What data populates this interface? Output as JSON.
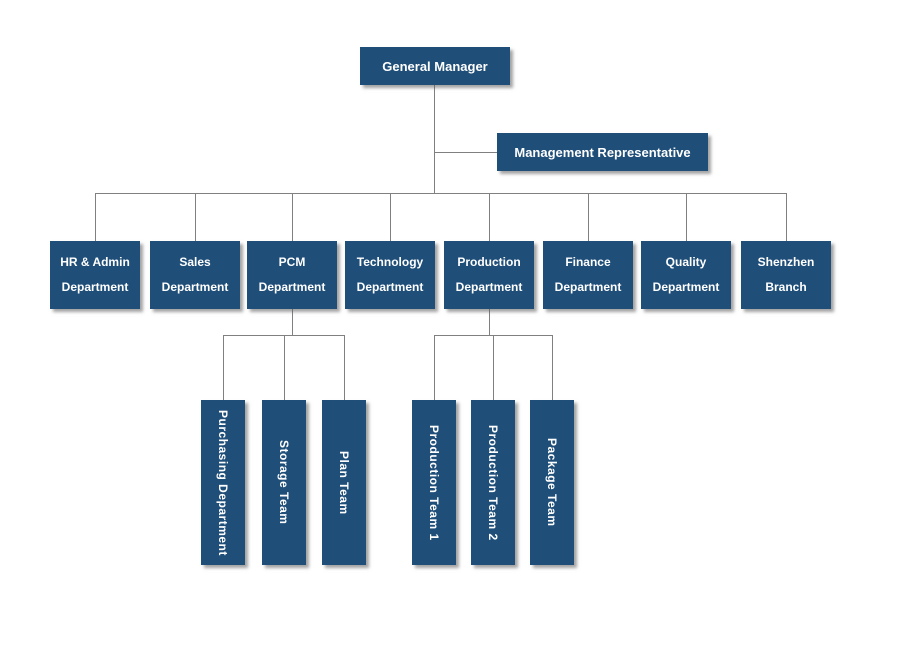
{
  "chart": {
    "root": {
      "label": "General Manager"
    },
    "management_rep": {
      "label": "Management Representative"
    },
    "departments": [
      {
        "line1": "HR & Admin",
        "line2": "Department"
      },
      {
        "line1": "Sales",
        "line2": "Department"
      },
      {
        "line1": "PCM",
        "line2": "Department"
      },
      {
        "line1": "Technology",
        "line2": "Department"
      },
      {
        "line1": "Production",
        "line2": "Department"
      },
      {
        "line1": "Finance",
        "line2": "Department"
      },
      {
        "line1": "Quality",
        "line2": "Department"
      },
      {
        "line1": "Shenzhen",
        "line2": "Branch"
      }
    ],
    "pcm_teams": [
      {
        "label": "Purchasing Department"
      },
      {
        "label": "Storage Team"
      },
      {
        "label": "Plan Team"
      }
    ],
    "production_teams": [
      {
        "label": "Production Team 1"
      },
      {
        "label": "Production Team 2"
      },
      {
        "label": "Package Team"
      }
    ],
    "colors": {
      "box": "#1F4E79",
      "text": "#FFFFFF",
      "line": "#808080"
    }
  }
}
